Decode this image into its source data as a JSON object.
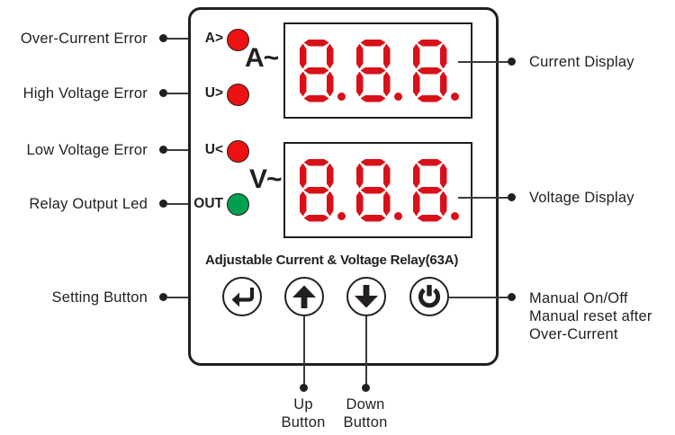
{
  "device": {
    "title": "Adjustable Current & Voltage Relay(63A)",
    "indicators": [
      {
        "tag": "A>",
        "color": "#ee1111",
        "state": "red",
        "name": "over-current-error"
      },
      {
        "tag": "U>",
        "color": "#ee1111",
        "state": "red",
        "name": "high-voltage-error"
      },
      {
        "tag": "U<",
        "color": "#ee1111",
        "state": "red",
        "name": "low-voltage-error"
      },
      {
        "tag": "OUT",
        "color": "#00a050",
        "state": "green",
        "name": "relay-output-led"
      }
    ],
    "units": {
      "current": "A~",
      "voltage": "V~"
    },
    "displays": {
      "current": {
        "value": "8.8.8.",
        "digits": [
          "8",
          "8",
          "8"
        ],
        "decimals": [
          true,
          true,
          true
        ]
      },
      "voltage": {
        "value": "8.8.8.",
        "digits": [
          "8",
          "8",
          "8"
        ],
        "decimals": [
          true,
          true,
          true
        ]
      }
    },
    "buttons": [
      {
        "icon": "enter-arrow-icon",
        "label": "Setting Button"
      },
      {
        "icon": "up-arrow-icon",
        "label": "Up Button"
      },
      {
        "icon": "down-arrow-icon",
        "label": "Down Button"
      },
      {
        "icon": "power-icon",
        "label": "Manual On/Off"
      }
    ]
  },
  "annotations": {
    "left": [
      {
        "text": "Over-Current Error"
      },
      {
        "text": "High Voltage Error"
      },
      {
        "text": "Low Voltage Error"
      },
      {
        "text": "Relay Output Led"
      },
      {
        "text": "Setting Button"
      }
    ],
    "right": [
      {
        "text": "Current Display"
      },
      {
        "text": "Voltage Display"
      }
    ],
    "power": {
      "line1": "Manual On/Off",
      "line2": "Manual reset after",
      "line3": "Over-Current"
    },
    "bottom": [
      {
        "line1": "Up",
        "line2": "Button"
      },
      {
        "line1": "Down",
        "line2": "Button"
      }
    ]
  },
  "colors": {
    "led_red": "#ee1111",
    "led_green": "#00a050",
    "segment_red": "#d81118",
    "outline": "#231f1e",
    "leader": "#3b3b3b"
  }
}
